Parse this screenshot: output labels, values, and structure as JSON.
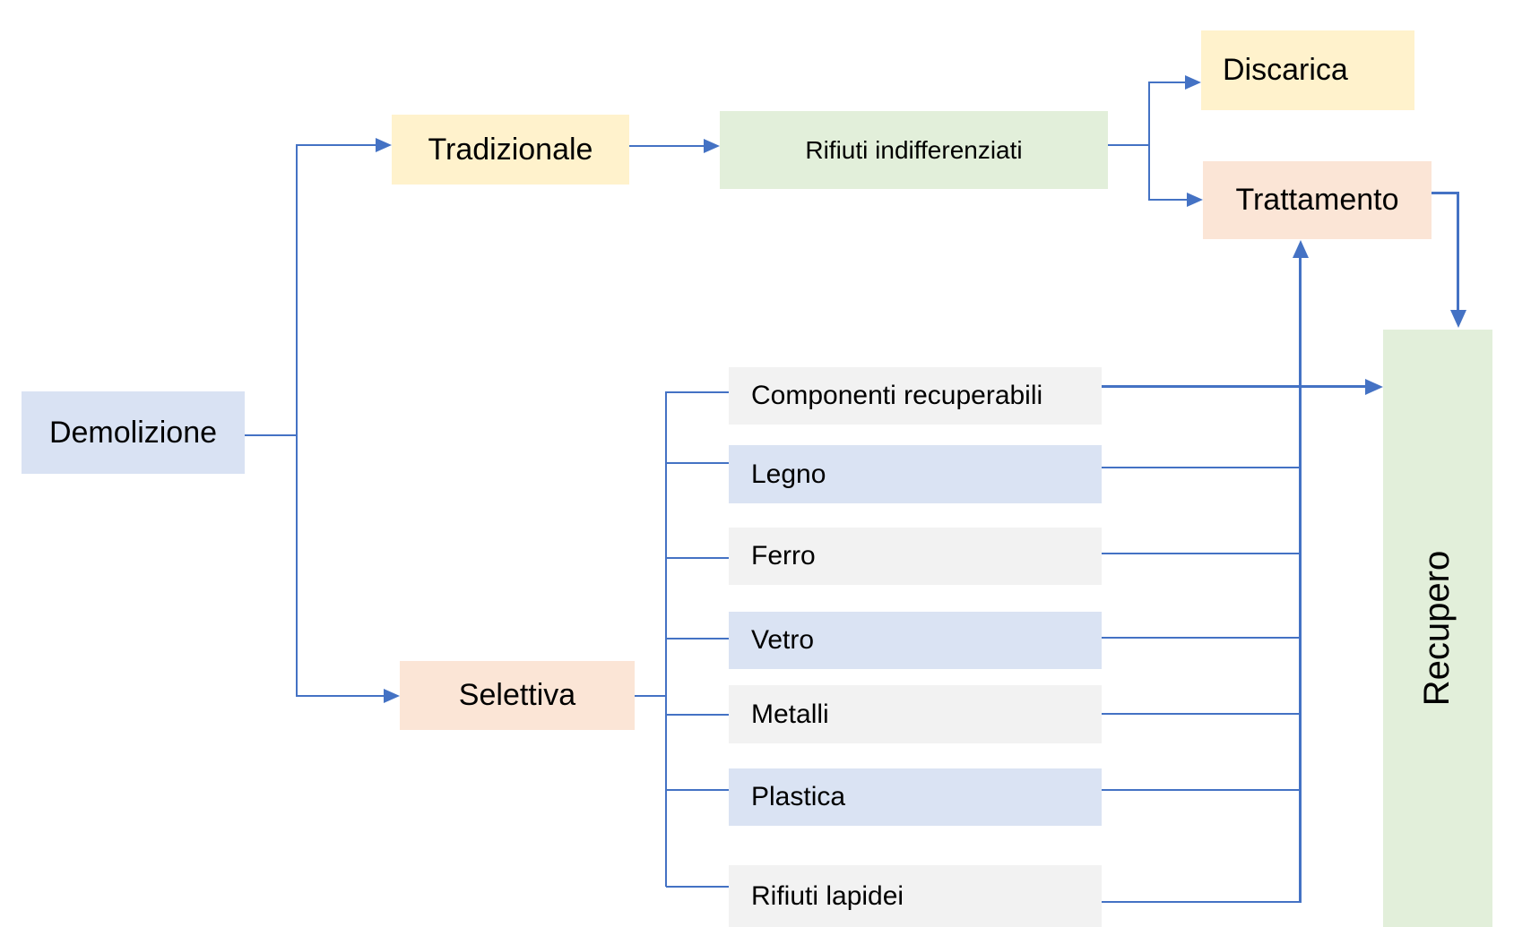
{
  "diagram": {
    "accent_color": "#4472c4",
    "nodes": [
      {
        "id": "demolizione",
        "label": "Demolizione",
        "fill": "#d9e2f3"
      },
      {
        "id": "tradizionale",
        "label": "Tradizionale",
        "fill": "#fff2cc"
      },
      {
        "id": "rifiuti-indifferenziati",
        "label": "Rifiuti indifferenziati",
        "fill": "#e2efda"
      },
      {
        "id": "discarica",
        "label": "Discarica",
        "fill": "#fff2cc"
      },
      {
        "id": "trattamento",
        "label": "Trattamento",
        "fill": "#fbe5d6"
      },
      {
        "id": "selettiva",
        "label": "Selettiva",
        "fill": "#fbe5d6"
      },
      {
        "id": "componenti-recuperabili",
        "label": "Componenti recuperabili",
        "fill": "#f2f2f2"
      },
      {
        "id": "legno",
        "label": "Legno",
        "fill": "#dae3f3"
      },
      {
        "id": "ferro",
        "label": "Ferro",
        "fill": "#f2f2f2"
      },
      {
        "id": "vetro",
        "label": "Vetro",
        "fill": "#dae3f3"
      },
      {
        "id": "metalli",
        "label": "Metalli",
        "fill": "#f2f2f2"
      },
      {
        "id": "plastica",
        "label": "Plastica",
        "fill": "#dae3f3"
      },
      {
        "id": "rifiuti-lapidei",
        "label": "Rifiuti lapidei",
        "fill": "#f2f2f2"
      },
      {
        "id": "recupero",
        "label": "Recupero",
        "fill": "#e2efda",
        "orientation": "vertical-bottom-to-top"
      }
    ],
    "edges": [
      {
        "from": "demolizione",
        "to": "tradizionale",
        "type": "arrow"
      },
      {
        "from": "demolizione",
        "to": "selettiva",
        "type": "arrow"
      },
      {
        "from": "tradizionale",
        "to": "rifiuti-indifferenziati",
        "type": "arrow"
      },
      {
        "from": "rifiuti-indifferenziati",
        "to": "discarica",
        "type": "arrow"
      },
      {
        "from": "rifiuti-indifferenziati",
        "to": "trattamento",
        "type": "arrow"
      },
      {
        "from": "trattamento",
        "to": "recupero",
        "type": "arrow"
      },
      {
        "from": "selettiva",
        "to": "componenti-recuperabili",
        "type": "line"
      },
      {
        "from": "selettiva",
        "to": "legno",
        "type": "line"
      },
      {
        "from": "selettiva",
        "to": "ferro",
        "type": "line"
      },
      {
        "from": "selettiva",
        "to": "vetro",
        "type": "line"
      },
      {
        "from": "selettiva",
        "to": "metalli",
        "type": "line"
      },
      {
        "from": "selettiva",
        "to": "plastica",
        "type": "line"
      },
      {
        "from": "selettiva",
        "to": "rifiuti-lapidei",
        "type": "line"
      },
      {
        "from": "componenti-recuperabili",
        "to": "recupero",
        "type": "arrow"
      },
      {
        "from": "legno",
        "to": "trattamento",
        "type": "arrow-via-collector"
      },
      {
        "from": "ferro",
        "to": "trattamento",
        "type": "arrow-via-collector"
      },
      {
        "from": "vetro",
        "to": "trattamento",
        "type": "arrow-via-collector"
      },
      {
        "from": "metalli",
        "to": "trattamento",
        "type": "arrow-via-collector"
      },
      {
        "from": "plastica",
        "to": "trattamento",
        "type": "arrow-via-collector"
      },
      {
        "from": "rifiuti-lapidei",
        "to": "trattamento",
        "type": "arrow-via-collector"
      }
    ]
  }
}
